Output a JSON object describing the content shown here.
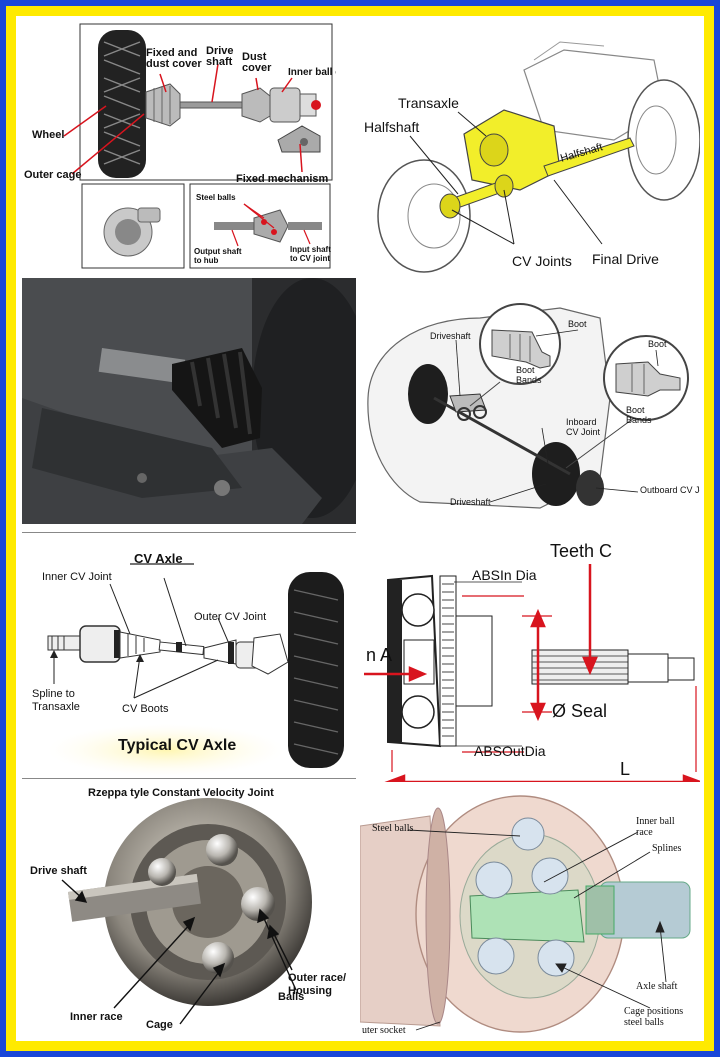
{
  "panel1": {
    "fixed_and_dust_cover": "Fixed and\ndust cover",
    "drive_shaft": "Drive\nshaft",
    "dust_cover": "Dust\ncover",
    "inner_ball_cage": "Inner ball cage",
    "wheel": "Wheel",
    "outer_cage": "Outer cage",
    "fixed_mechanism": "Fixed mechanism",
    "steel_balls": "Steel balls",
    "output_shaft": "Output shaft\nto hub",
    "input_shaft": "Input shaft\nto CV joint"
  },
  "panel2": {
    "transaxle": "Transaxle",
    "halfshaft_left": "Halfshaft",
    "halfshaft_on_shaft": "Halfshaft",
    "cv_joints": "CV Joints",
    "final_drive": "Final Drive"
  },
  "panel4": {
    "driveshaft_top": "Driveshaft",
    "boot_1": "Boot",
    "boot_bands_1": "Boot\nBands",
    "boot_2": "Boot",
    "boot_bands_2": "Boot\nBands",
    "inboard_cv_joint": "Inboard\nCV Joint",
    "driveshaft_bottom": "Driveshaft",
    "outboard_cv_joint": "Outboard CV Joint"
  },
  "panel5": {
    "cv_axle": "CV Axle",
    "inner_cv_joint": "Inner CV Joint",
    "outer_cv_joint": "Outer CV Joint",
    "spline_to_transaxle": "Spline to\nTransaxle",
    "cv_boots": "CV Boots",
    "typical_cv_axle": "Typical CV Axle"
  },
  "panel6": {
    "teeth_c": "Teeth C",
    "abs_in_dia": "ABSIn Dia",
    "a_label": "n A",
    "seal": "Ø Seal",
    "abs_out_dia": "ABSOutDia",
    "l_label": "L"
  },
  "panel7": {
    "title": "Rzeppa tyle Constant Velocity Joint",
    "drive_shaft": "Drive shaft",
    "outer_race": "Outer race/\nHousing",
    "balls": "Balls",
    "inner_race": "Inner race",
    "cage": "Cage"
  },
  "panel8": {
    "steel_balls": "Steel balls",
    "inner_ball_race": "Inner ball\nrace",
    "splines": "Splines",
    "axle_shaft": "Axle shaft",
    "cage_positions": "Cage positions\nsteel balls",
    "outer_socket": "uter socket"
  },
  "colors": {
    "frame_blue": "#1a47d8",
    "frame_yellow": "#ffea00",
    "callout_red": "#d8141e",
    "transaxle_yellow": "#f2ee2a"
  }
}
